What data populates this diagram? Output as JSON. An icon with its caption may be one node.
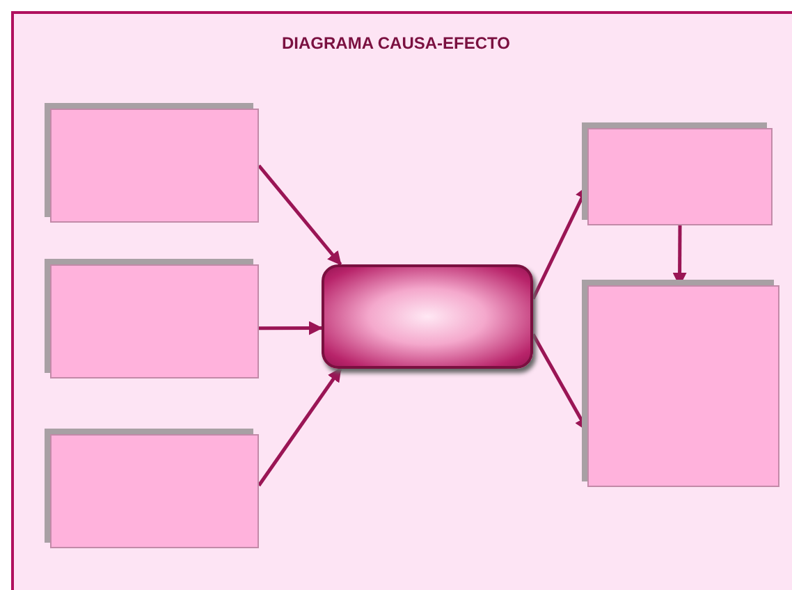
{
  "diagram": {
    "title": "DIAGRAMA CAUSA-EFECTO",
    "nodes": [
      {
        "text": [],
        "shape": "box"
      },
      {
        "text": [],
        "shape": "box"
      },
      {
        "text": [],
        "shape": "box"
      },
      {
        "text": [],
        "shape": "box"
      },
      {
        "text": [],
        "shape": "box"
      },
      {
        "text": [],
        "shape": "box"
      }
    ],
    "edges": [
      {
        "from": 0,
        "to": 3,
        "arrow": "to"
      },
      {
        "from": 1,
        "to": 3,
        "arrow": "to"
      },
      {
        "from": 2,
        "to": 3,
        "arrow": "to"
      },
      {
        "from": 3,
        "to": 4,
        "arrow": "to"
      },
      {
        "from": 3,
        "to": 5,
        "arrow": "to"
      },
      {
        "from": 4,
        "to": 5,
        "arrow": "to"
      }
    ]
  }
}
